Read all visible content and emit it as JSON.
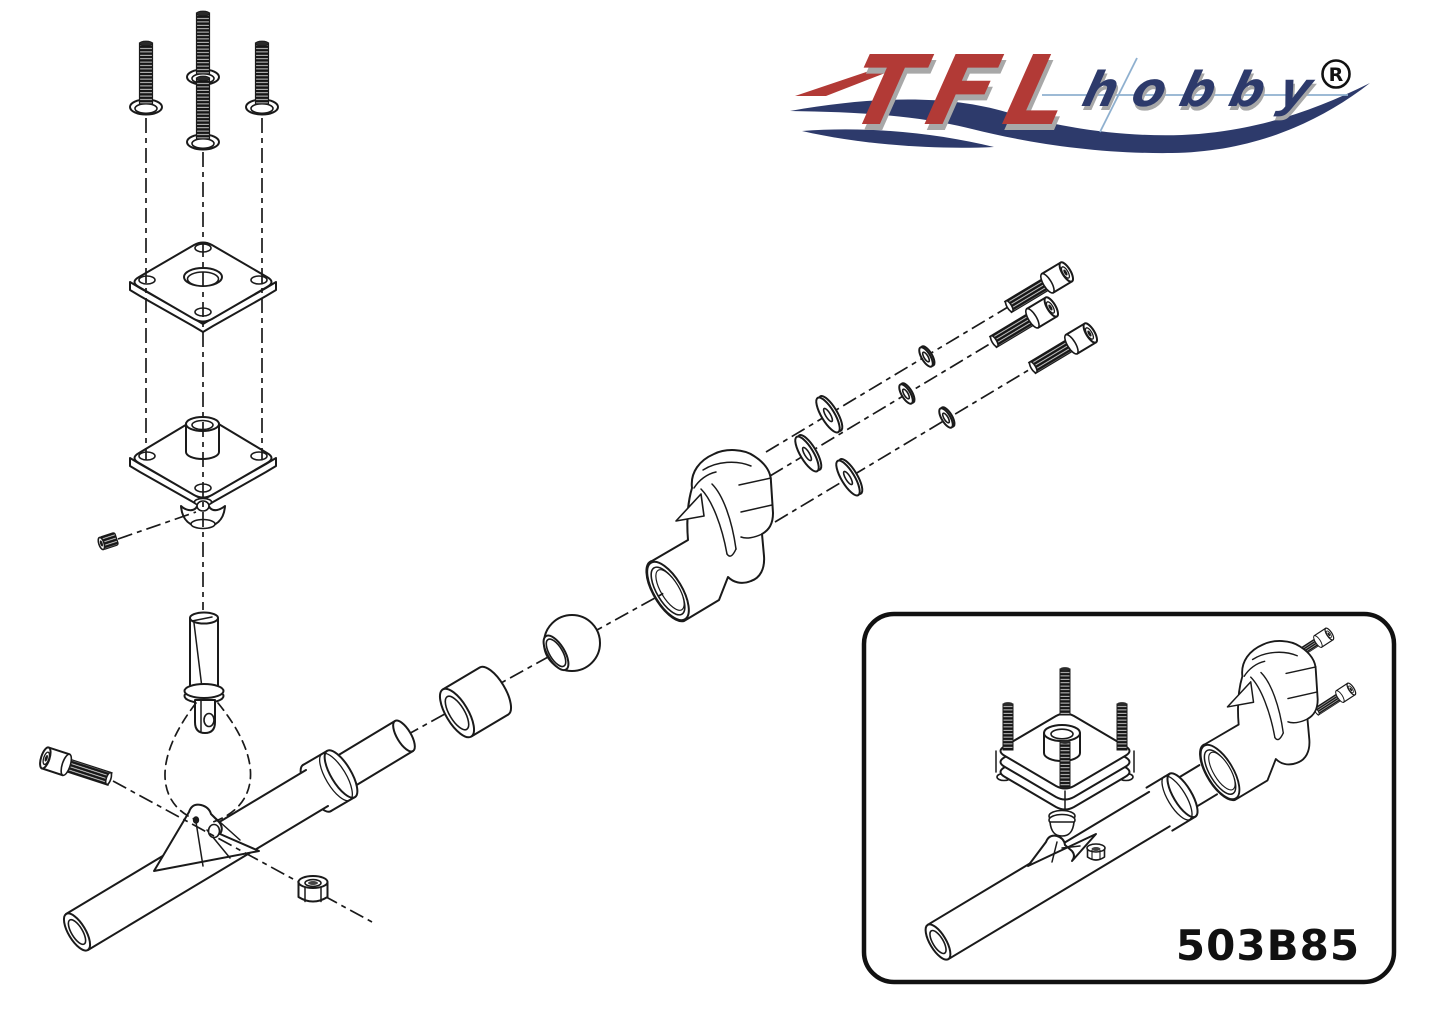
{
  "logo": {
    "brand": "TFL",
    "suffix": "hobby",
    "registered_letter": "R",
    "colors": {
      "brand_red": "#b23a36",
      "brand_navy": "#2d3a6b",
      "accent_blue": "#8fb0cf",
      "shadow_gray": "#a8a8a8"
    }
  },
  "inset": {
    "part_number": "503B85"
  },
  "drawing": {
    "line_color": "#1a1a1a",
    "background": "#ffffff"
  }
}
